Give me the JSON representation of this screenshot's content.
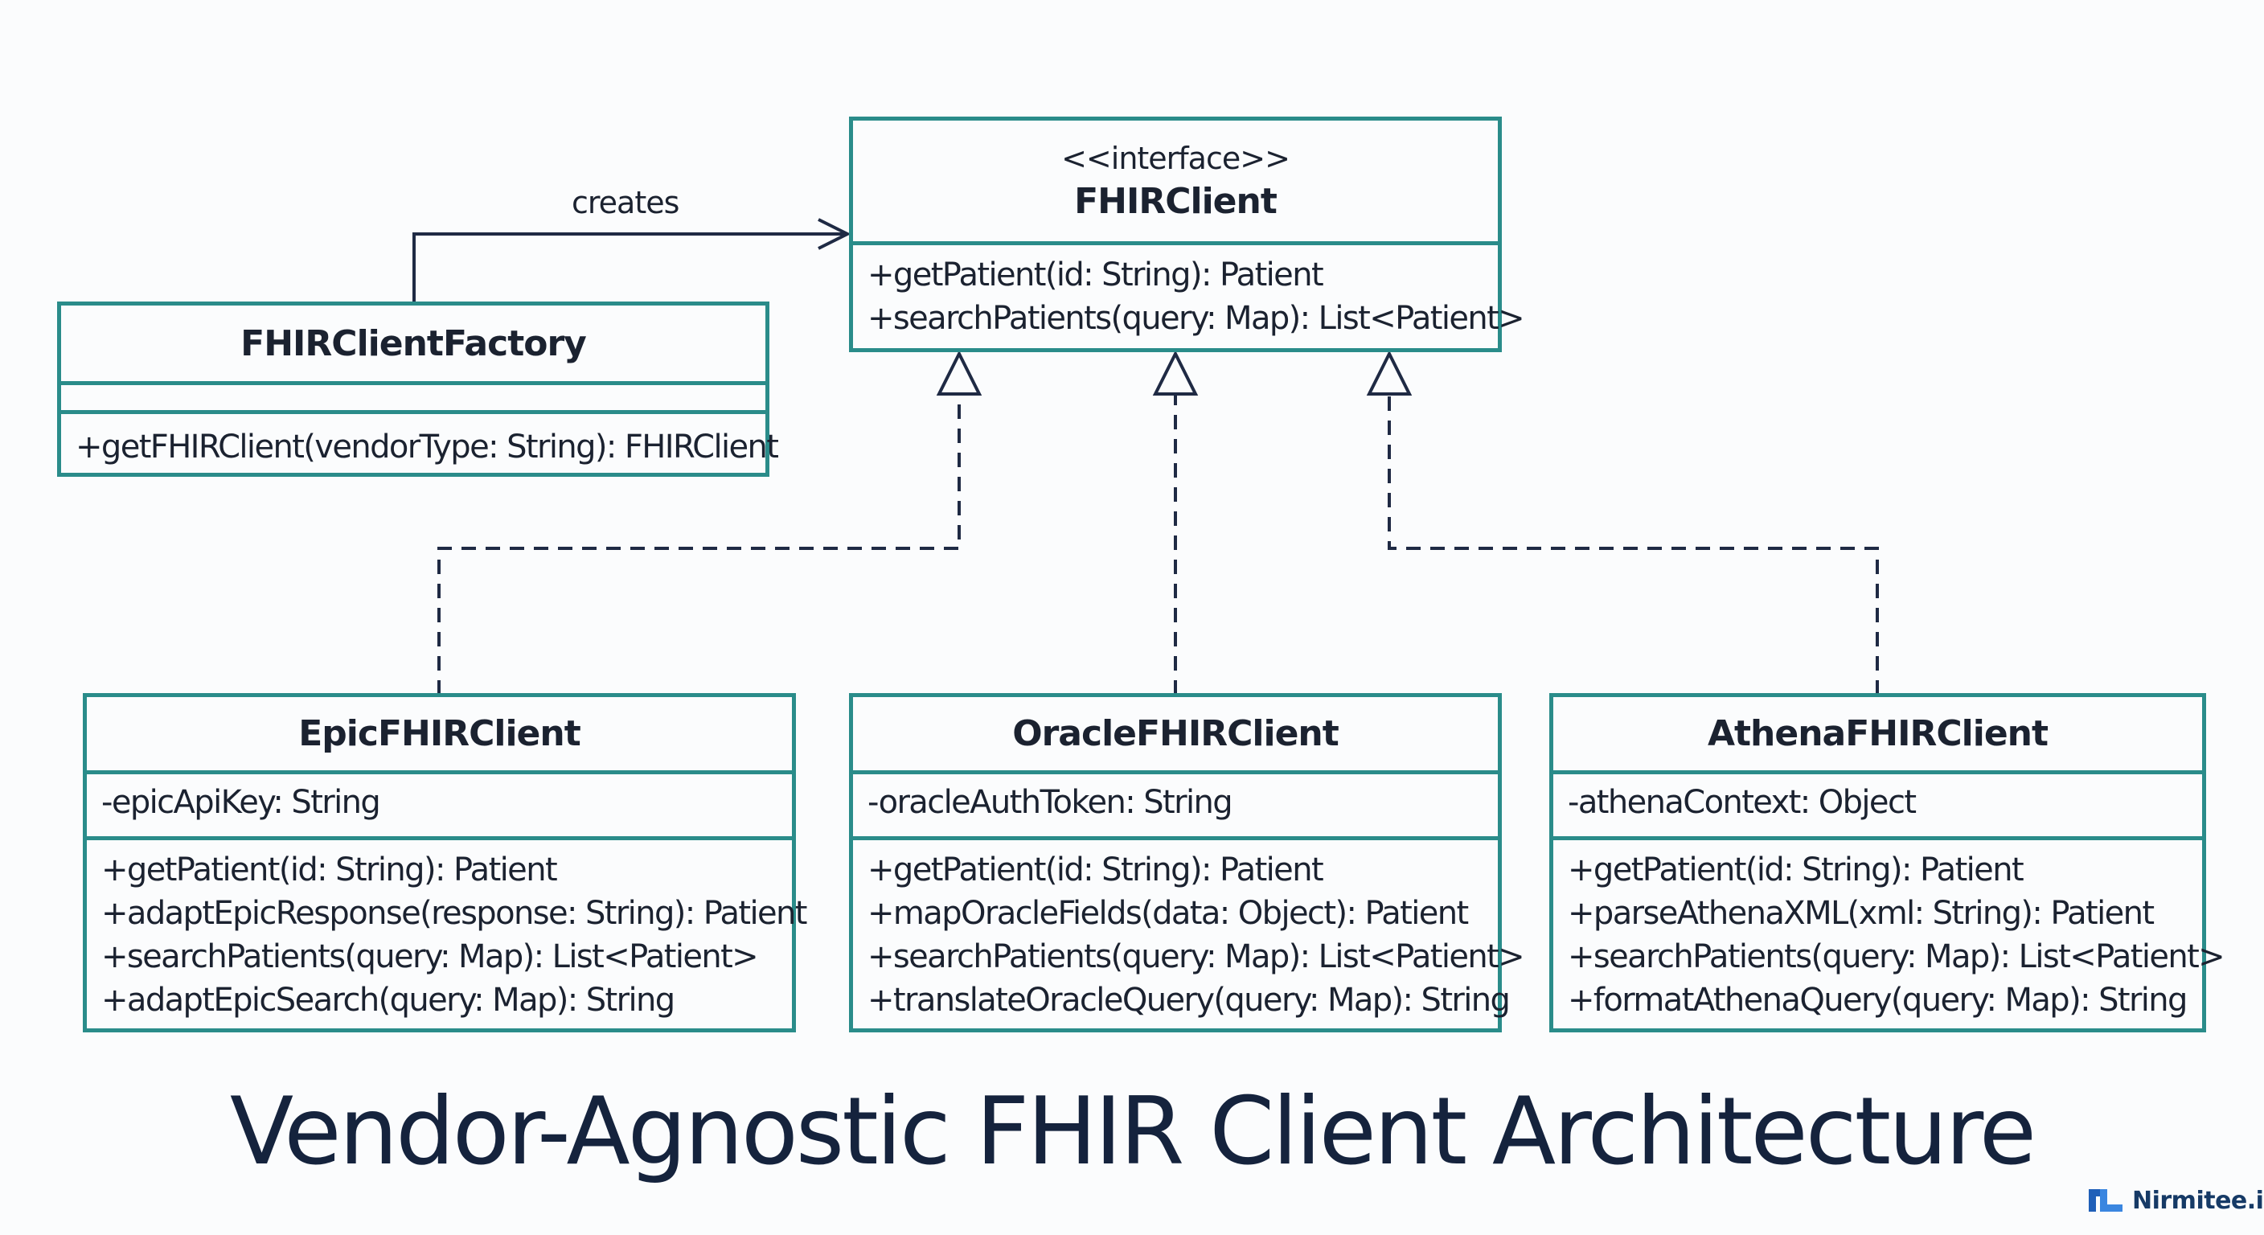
{
  "diagram": {
    "title": "Vendor-Agnostic FHIR Client Architecture",
    "relation_label": "creates",
    "interface": {
      "stereotype": "<<interface>>",
      "name": "FHIRClient",
      "operations": [
        "+getPatient(id: String): Patient",
        "+searchPatients(query: Map): List<Patient>"
      ]
    },
    "factory": {
      "name": "FHIRClientFactory",
      "operations": [
        "+getFHIRClient(vendorType: String): FHIRClient"
      ]
    },
    "implementations": [
      {
        "name": "EpicFHIRClient",
        "attributes": [
          "-epicApiKey: String"
        ],
        "operations": [
          "+getPatient(id: String): Patient",
          "+adaptEpicResponse(response: String): Patient",
          "+searchPatients(query: Map): List<Patient>",
          "+adaptEpicSearch(query: Map): String"
        ]
      },
      {
        "name": "OracleFHIRClient",
        "attributes": [
          "-oracleAuthToken: String"
        ],
        "operations": [
          "+getPatient(id: String): Patient",
          "+mapOracleFields(data: Object): Patient",
          "+searchPatients(query: Map): List<Patient>",
          "+translateOracleQuery(query: Map): String"
        ]
      },
      {
        "name": "AthenaFHIRClient",
        "attributes": [
          "-athenaContext: Object"
        ],
        "operations": [
          "+getPatient(id: String): Patient",
          "+parseAthenaXML(xml: String): Patient",
          "+searchPatients(query: Map): List<Patient>",
          "+formatAthenaQuery(query: Map): String"
        ]
      }
    ]
  },
  "brand": {
    "name": "Nirmitee.io",
    "icon": "nirmitee-logo-icon"
  },
  "colors": {
    "box_border": "#2a8c8a",
    "text": "#1b2230",
    "title": "#15233d",
    "brand": "#163a66"
  }
}
